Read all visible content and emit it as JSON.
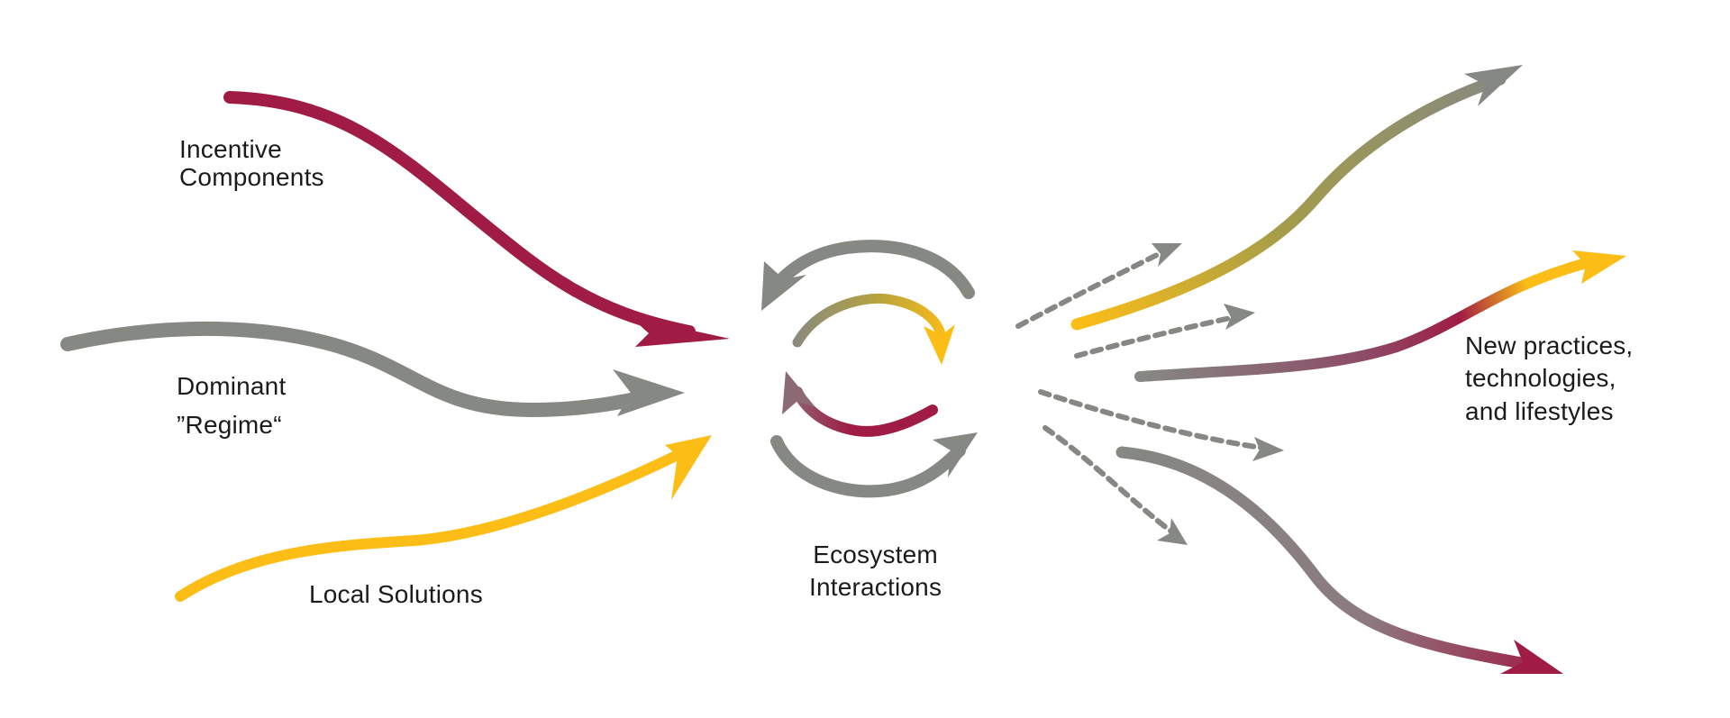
{
  "labels": {
    "incentive": {
      "line1": "Incentive",
      "line2": "Components"
    },
    "dominant": {
      "line1": "Dominant",
      "line2": "”Regime“"
    },
    "local": "Local Solutions",
    "ecosystem": {
      "line1": "Ecosystem",
      "line2": "Interactions"
    },
    "new_practices": {
      "line1": "New practices,",
      "line2": "technologies,",
      "line3": "and lifestyles"
    }
  },
  "colors": {
    "crimson": "#a01c44",
    "gray": "#858883",
    "yellow": "#fbbd16",
    "olive": "#a39c4b",
    "mauve": "#8c6a74"
  }
}
